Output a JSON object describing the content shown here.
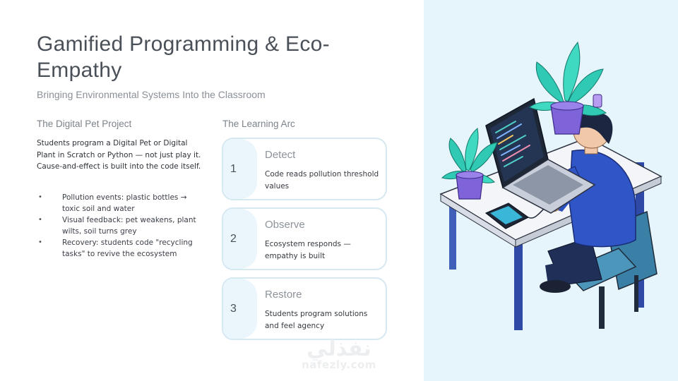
{
  "slide": {
    "title": "Gamified Programming & Eco-Empathy",
    "subtitle": "Bringing Environmental Systems Into the Classroom"
  },
  "left_column": {
    "heading": "The Digital Pet Project",
    "intro": "Students program a Digital Pet or Digital Plant in Scratch or Python — not just play it. Cause-and-effect is built into the code itself.",
    "bullets": [
      "Pollution events: plastic bottles → toxic soil and water",
      "Visual feedback: pet weakens, plant wilts, soil turns grey",
      "Recovery: students code \"recycling tasks\" to revive the ecosystem"
    ]
  },
  "right_column": {
    "heading": "The Learning Arc",
    "steps": [
      {
        "number": "1",
        "label": "Detect",
        "description": "Code reads pollution threshold values"
      },
      {
        "number": "2",
        "label": "Observe",
        "description": "Ecosystem responds — empathy is built"
      },
      {
        "number": "3",
        "label": "Restore",
        "description": "Students program solutions and feel agency"
      }
    ]
  },
  "watermark": {
    "arabic": "نفذلي",
    "latin": "nafezly.com"
  },
  "colors": {
    "panel_bg": "#e6f4fb",
    "card_border": "#d6e8f0",
    "card_tab": "#eaf6fc",
    "shirt_blue": "#2f55c7",
    "leaf_teal": "#2fc9b4",
    "pot_purple": "#7f63d8"
  },
  "illustration": {
    "subject": "person-coding-at-desk",
    "icons": [
      "laptop-icon",
      "plant-icon",
      "phone-icon",
      "chair-icon"
    ]
  }
}
